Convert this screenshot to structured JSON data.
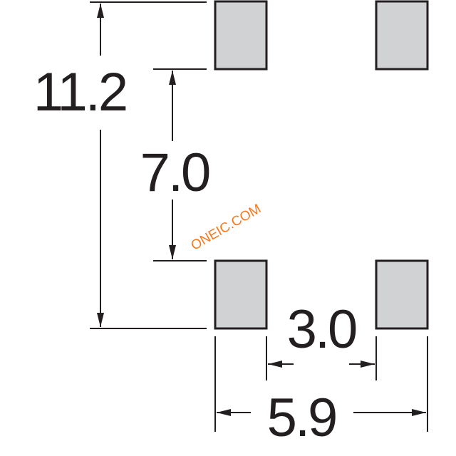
{
  "dimensions": {
    "overall_height": "11.2",
    "pad_gap_vertical": "7.0",
    "pad_gap_horizontal": "3.0",
    "overall_width": "5.9"
  },
  "watermark": {
    "text": "ONEIC.COM"
  },
  "colors": {
    "pad_fill": "#d1d2d4",
    "pad_stroke": "#231f20",
    "line": "#231f20",
    "text": "#231f20",
    "watermark": "#f47920"
  }
}
